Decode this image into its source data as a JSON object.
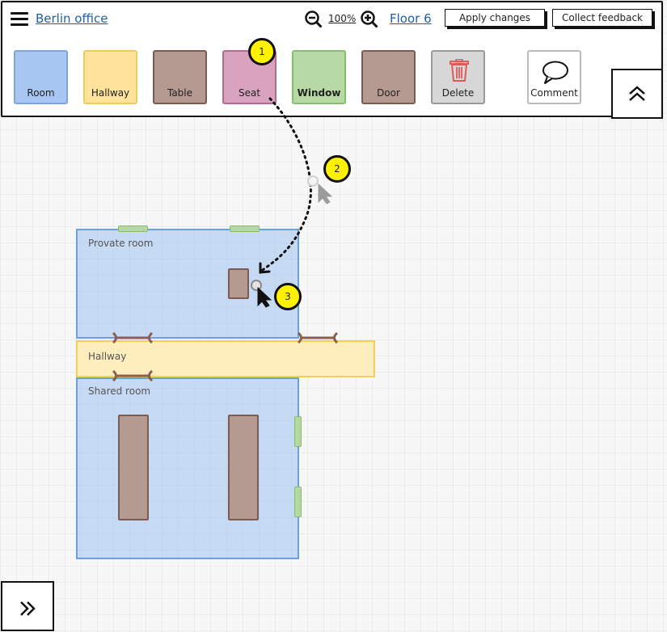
{
  "header": {
    "project": "Berlin office",
    "zoom": "100%",
    "floor": "Floor 6",
    "apply_label": "Apply changes",
    "feedback_label": "Collect feedback"
  },
  "palette": [
    {
      "label": "Room",
      "fill": "#a7c6f2",
      "border": "#7aa6dd"
    },
    {
      "label": "Hallway",
      "fill": "#ffe39b",
      "border": "#f2c95e"
    },
    {
      "label": "Table",
      "fill": "#b59a91",
      "border": "#7a5a52"
    },
    {
      "label": "Seat",
      "fill": "#d9a3c0",
      "border": "#b26a90"
    },
    {
      "label": "Window",
      "fill": "#b7d9a5",
      "border": "#86be6c"
    },
    {
      "label": "Door",
      "fill": "#b59a91",
      "border": "#7a5a52"
    },
    {
      "label": "Delete",
      "fill": "#d7d7d7",
      "border": "#999999"
    },
    {
      "label": "Comment",
      "fill": "#ffffff",
      "border": "#bbbbbb"
    }
  ],
  "rooms": {
    "private": "Provate room",
    "hallway": "Hallway",
    "shared": "Shared room"
  },
  "steps": [
    "1",
    "2",
    "3"
  ],
  "colors": {
    "accent_link": "#1f5fa8",
    "badge": "#fff200",
    "delete_icon": "#e05a5a"
  }
}
